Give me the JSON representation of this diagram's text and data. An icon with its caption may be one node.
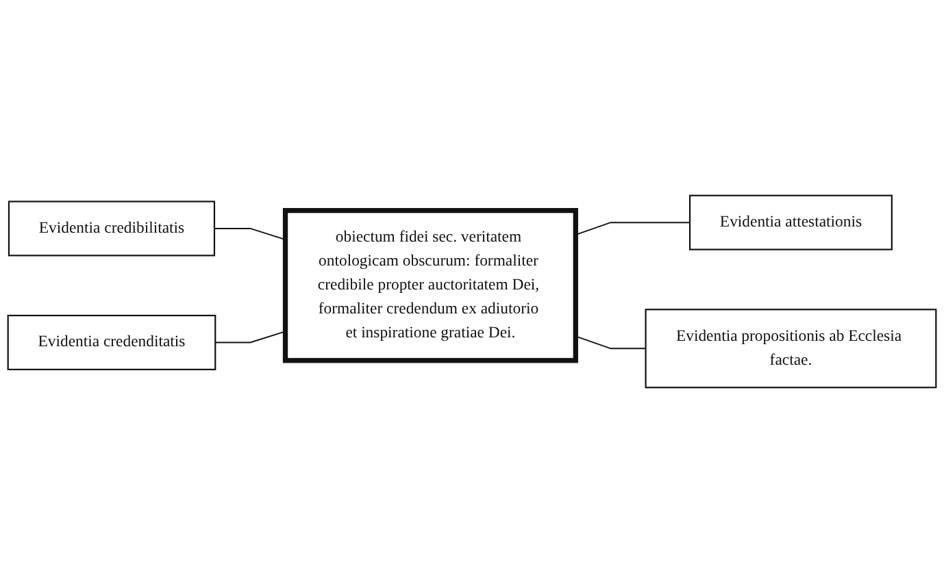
{
  "diagram": {
    "nodes": [
      {
        "text": [
          "Evidentia credibilitatis"
        ]
      },
      {
        "text": [
          "Evidentia attestationis"
        ]
      },
      {
        "text": [
          "obiectum fidei sec. veritatem ontologicam obscurum: formaliter credibile propter auctoritatem Dei, formaliter credendum ex adiutorio et inspiratione gratiae Dei."
        ]
      },
      {
        "text": [
          "Evidentia credenditatis"
        ]
      },
      {
        "text": [
          "Evidentia propositionis ab Ecclesia factae."
        ]
      }
    ],
    "edges": [
      {
        "from": 0,
        "to": 2,
        "arrow": "none"
      },
      {
        "from": 2,
        "to": 1,
        "arrow": "none"
      },
      {
        "from": 3,
        "to": 2,
        "arrow": "none"
      },
      {
        "from": 2,
        "to": 4,
        "arrow": "none"
      }
    ]
  }
}
